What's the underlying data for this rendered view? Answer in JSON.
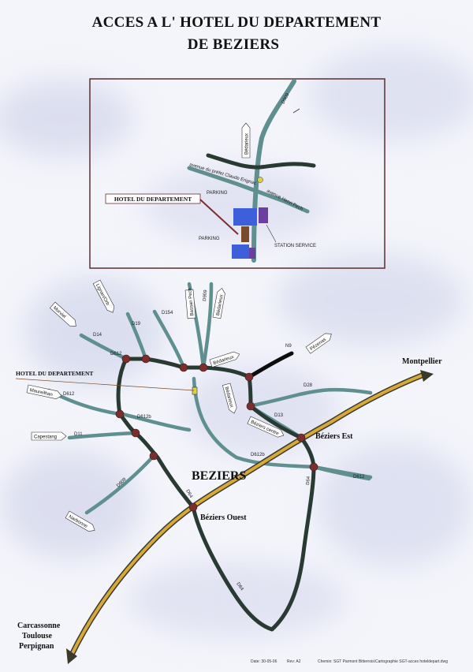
{
  "title": {
    "line1": "ACCES A L' HOTEL DU DEPARTEMENT",
    "line2": "DE BEZIERS"
  },
  "inset": {
    "hotel_label": "HOTEL DU DEPARTEMENT",
    "parking_top": "PARKING",
    "parking_bottom": "PARKING",
    "station": "STATION SERVICE",
    "avenue_claude": "avenue du préfet Claude Erignac",
    "avenue_pech": "avenue Henri Pech",
    "bedarieux": "Bédarieux",
    "road_d909": "D909"
  },
  "map": {
    "hotel_label": "HOTEL DU DEPARTEMENT",
    "city": "BEZIERS",
    "beziers_est": "Béziers Est",
    "beziers_ouest": "Béziers Ouest",
    "montpellier": "Montpellier",
    "southwest": [
      "Carcassonne",
      "Toulouse",
      "Perpignan"
    ],
    "signs": {
      "murviel": "Murviel",
      "lignan": "Lignan/Orb",
      "bassan_pech": "Bassan Pech",
      "bedarieux_top": "Bédarieux",
      "pezenas": "Pézenas",
      "bedarieux_mid": "Bédarieux",
      "bedarieux_side": "Bédarieux",
      "beziers_centre": "Béziers centre",
      "maureilhan": "Maureilhan",
      "capestang": "Capestang",
      "narbonne": "Narbonne"
    },
    "roads": {
      "d14": "D14",
      "d19": "D19",
      "d154": "D154",
      "d909": "D909",
      "d612_nw": "D612",
      "n9": "N9",
      "d28": "D28",
      "d13": "D13",
      "d612_w": "D612",
      "d612b": "D612b",
      "d11": "D11",
      "d609": "D609",
      "d612b_s": "D612b",
      "d612_e": "D612",
      "d64": "D64",
      "d64_s": "D64",
      "d64_ss": "D64"
    }
  },
  "footer": {
    "date": "Date: 30-05-06",
    "rev": "Rev: A2",
    "path": "Chemin: SGT Parmont Bitterrois\\Cartographie SGT-acces hoteldepart.dwg"
  },
  "colors": {
    "background": "#f4f5fb",
    "green_road": "#5f8f8f",
    "dark_road": "#283a32",
    "highway_fill": "#d7a83a",
    "highway_edge": "#3b3a2a",
    "node": "#7a2e2e",
    "building_blue": "#3d5fd9",
    "building_purple": "#6a3fa0",
    "building_brown": "#7a4b2a"
  }
}
